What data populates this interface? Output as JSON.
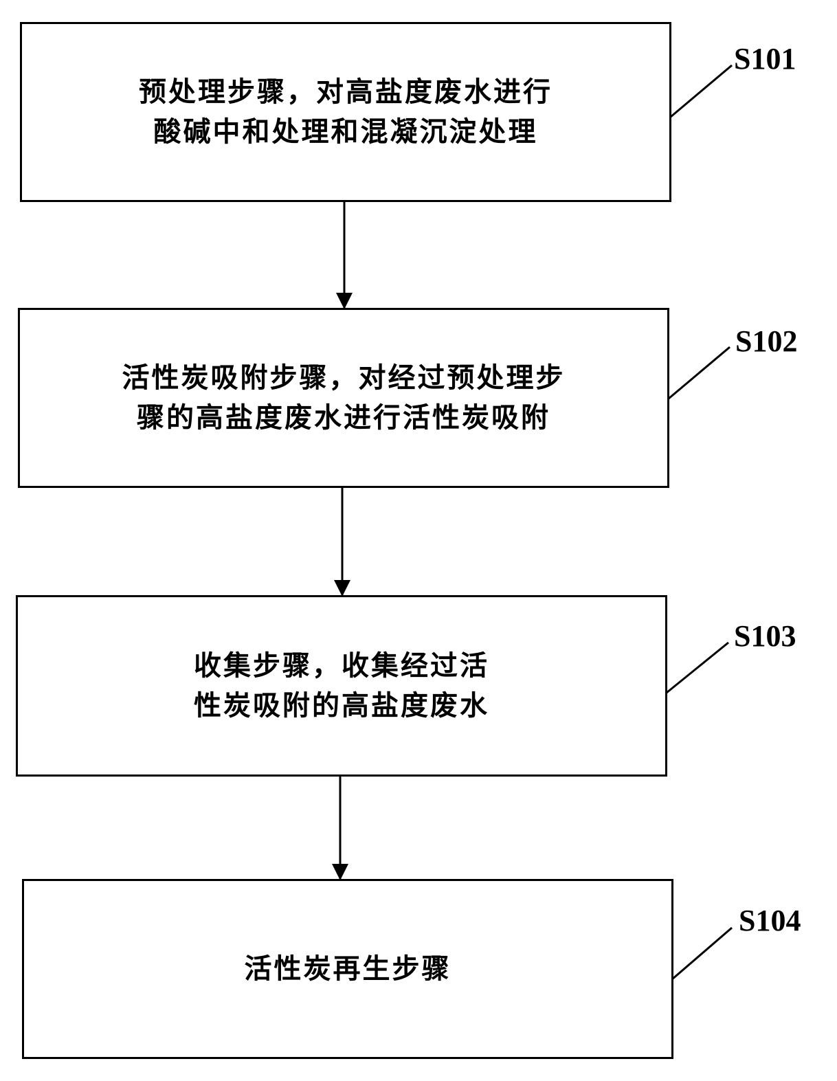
{
  "steps": [
    {
      "label": "S101",
      "lines": [
        "预处理步骤，对高盐度废水进行",
        "酸碱中和处理和混凝沉淀处理"
      ]
    },
    {
      "label": "S102",
      "lines": [
        "活性炭吸附步骤，对经过预处理步",
        "骤的高盐度废水进行活性炭吸附"
      ]
    },
    {
      "label": "S103",
      "lines": [
        "收集步骤，收集经过活",
        "性炭吸附的高盐度废水"
      ]
    },
    {
      "label": "S104",
      "lines": [
        "活性炭再生步骤"
      ]
    }
  ]
}
